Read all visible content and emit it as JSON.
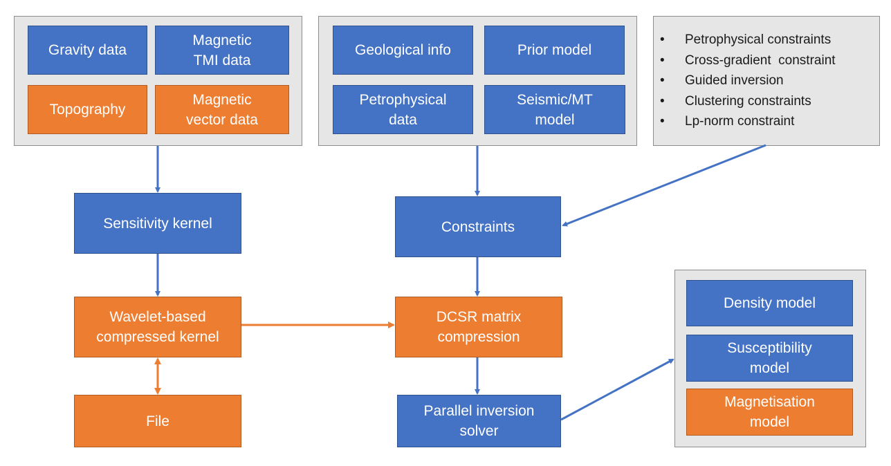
{
  "colors": {
    "blue": "#4472c4",
    "orange": "#ed7d31",
    "group_bg": "#e7e6e6"
  },
  "input_data_group": {
    "items": [
      {
        "label": "Gravity data",
        "color": "blue"
      },
      {
        "label": "Magnetic\nTMI data",
        "color": "blue"
      },
      {
        "label": "Topography",
        "color": "orange"
      },
      {
        "label": "Magnetic\nvector data",
        "color": "orange"
      }
    ]
  },
  "prior_info_group": {
    "items": [
      {
        "label": "Geological info",
        "color": "blue"
      },
      {
        "label": "Prior model",
        "color": "blue"
      },
      {
        "label": "Petrophysical\ndata",
        "color": "blue"
      },
      {
        "label": "Seismic/MT\nmodel",
        "color": "blue"
      }
    ]
  },
  "constraint_types": {
    "bullet": "•",
    "items": [
      "Petrophysical constraints",
      "Cross-gradient  constraint",
      "Guided inversion",
      "Clustering constraints",
      "Lp-norm constraint"
    ]
  },
  "nodes": {
    "sensitivity_kernel": "Sensitivity kernel",
    "constraints": "Constraints",
    "wavelet_kernel": "Wavelet-based\ncompressed kernel",
    "dcsr": "DCSR matrix\ncompression",
    "file": "File",
    "solver": "Parallel inversion\nsolver"
  },
  "output_models": {
    "items": [
      {
        "label": "Density model",
        "color": "blue"
      },
      {
        "label": "Susceptibility\nmodel",
        "color": "blue"
      },
      {
        "label": "Magnetisation\nmodel",
        "color": "orange"
      }
    ]
  }
}
